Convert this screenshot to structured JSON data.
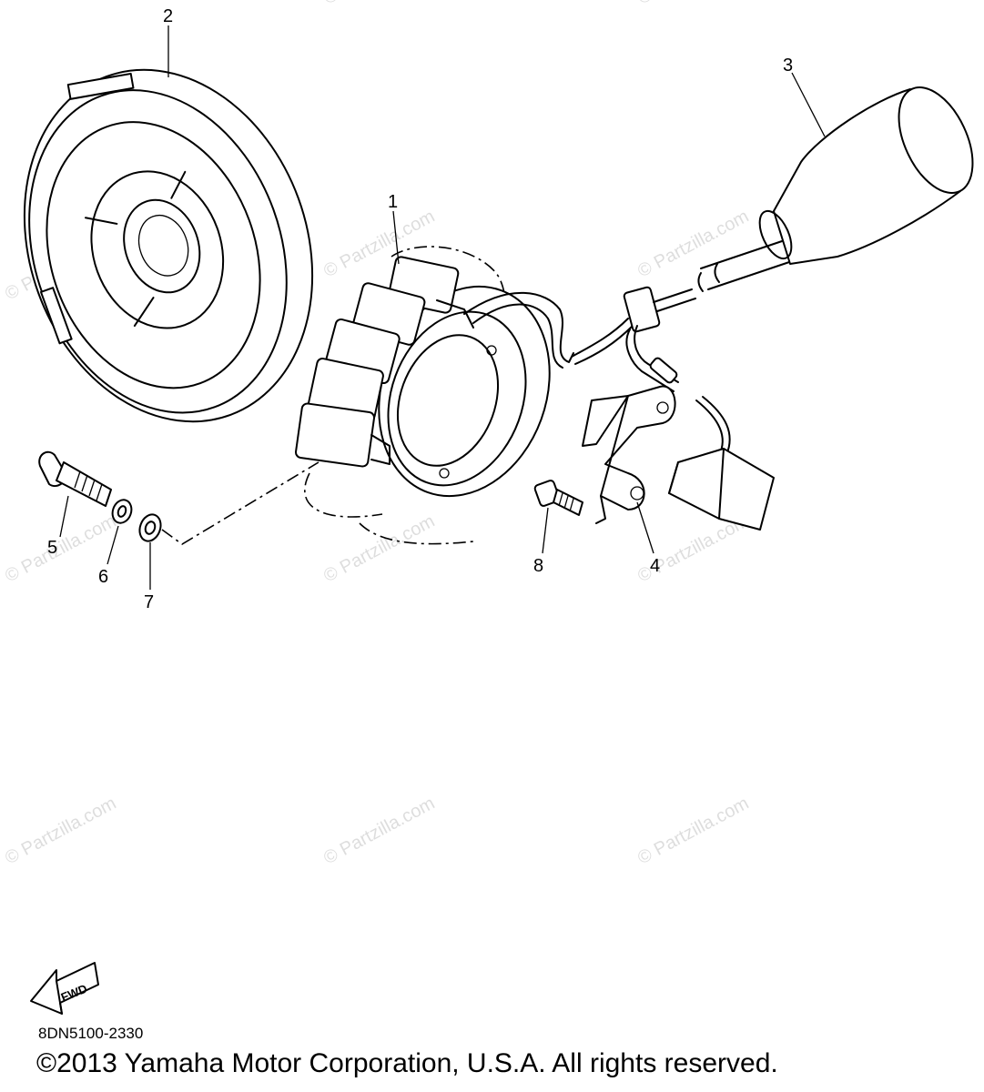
{
  "callouts": {
    "p1": "1",
    "p2": "2",
    "p3": "3",
    "p4": "4",
    "p5": "5",
    "p6": "6",
    "p7": "7",
    "p8": "8"
  },
  "parts": {
    "p1": "stator",
    "p2": "rotor",
    "p3": "tool",
    "p4": "clamp",
    "p5": "bolt",
    "p6": "washer",
    "p7": "washer",
    "p8": "screw"
  },
  "watermark": "© Partzilla.com",
  "fwd_label": "FWD",
  "drawing_code": "8DN5100-2330",
  "copyright": "©2013  Yamaha Motor Corporation, U.S.A. All rights reserved."
}
